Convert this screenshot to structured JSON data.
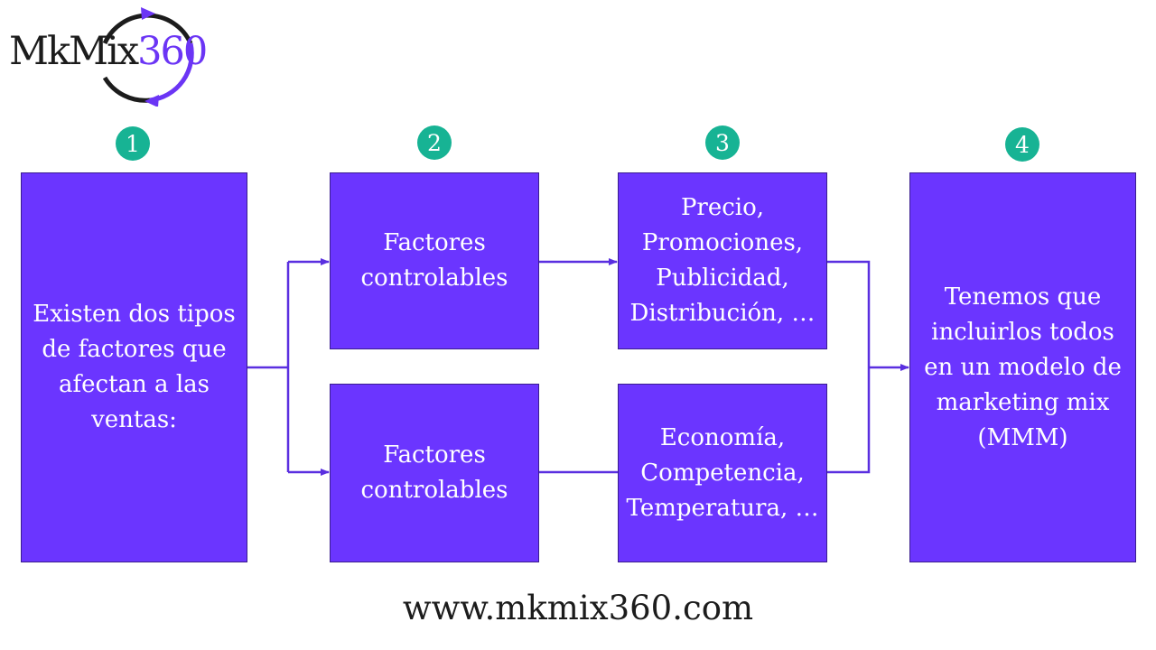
{
  "logo": {
    "part1": "MkMix",
    "part2": "360",
    "accent_color": "#6b35f5",
    "ring_color": "#1c1c1c"
  },
  "steps": [
    "1",
    "2",
    "3",
    "4"
  ],
  "boxes": {
    "intro": "Existen dos tipos de factores que afectan a las ventas:",
    "controllable_top": "Factores controlables",
    "controllable_bottom": "Factores controlables",
    "marketing_vars": "Precio, Promociones, Publicidad, Distribución, …",
    "external_vars": "Economía, Competencia, Temperatura, …",
    "conclusion": "Tenemos que incluirlos todos en un modelo de marketing mix (MMM)"
  },
  "footer": {
    "url": "www.mkmix360.com"
  },
  "colors": {
    "box": "#6b35ff",
    "badge": "#17b394",
    "connector": "#5a2fe0"
  }
}
